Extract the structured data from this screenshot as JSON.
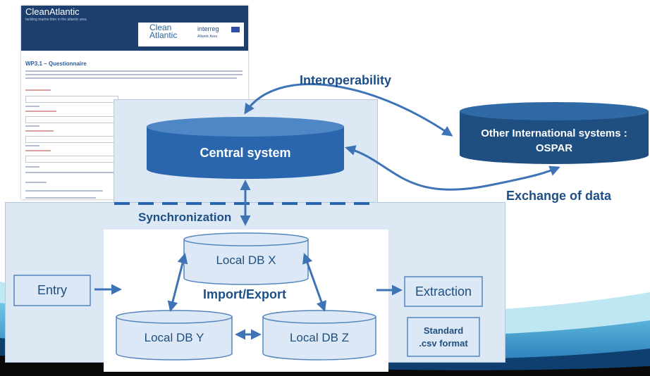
{
  "questionnaire": {
    "app_title": "CleanAtlantic",
    "app_subtitle": "tackling marine litter in the atlantic area",
    "logo_clean": "Clean",
    "logo_atlantic": "Atlantic",
    "logo_interreg": "interreg",
    "logo_region": "Atlantic Area",
    "heading": "WP3.1 – Questionnaire"
  },
  "diagram": {
    "interoperability": "Interoperability",
    "exchange": "Exchange of data",
    "synchronization": "Synchronization",
    "import_export": "Import/Export",
    "central": "Central system",
    "other_line1": "Other  International systems :",
    "other_line2": "OSPAR",
    "local_x": "Local DB X",
    "local_y": "Local DB  Y",
    "local_z": "Local DB  Z",
    "entry": "Entry",
    "extraction": "Extraction",
    "csv_line1": "Standard",
    "csv_line2": ".csv format"
  },
  "colors": {
    "accent_dark": "#1f4e80",
    "accent": "#2a66ad",
    "panel": "#dde8f5",
    "cylinder_light": "#dce8f5",
    "arrow": "#3e74b6"
  }
}
